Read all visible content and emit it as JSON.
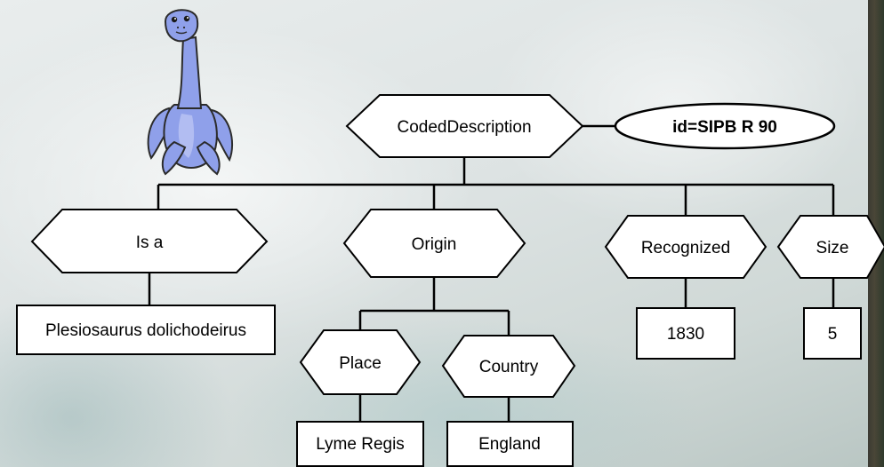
{
  "mascot": {
    "name": "plesiosaur-mascot",
    "color": "#8fa0ea"
  },
  "root": {
    "label": "CodedDescription",
    "id_label": "id=SIPB R 90"
  },
  "children": {
    "is_a": {
      "label": "Is a",
      "value": "Plesiosaurus dolichodeirus"
    },
    "origin": {
      "label": "Origin",
      "place": {
        "label": "Place",
        "value": "Lyme Regis"
      },
      "country": {
        "label": "Country",
        "value": "England"
      }
    },
    "recognized": {
      "label": "Recognized",
      "value": "1830"
    },
    "size": {
      "label": "Size",
      "value": "5"
    }
  }
}
